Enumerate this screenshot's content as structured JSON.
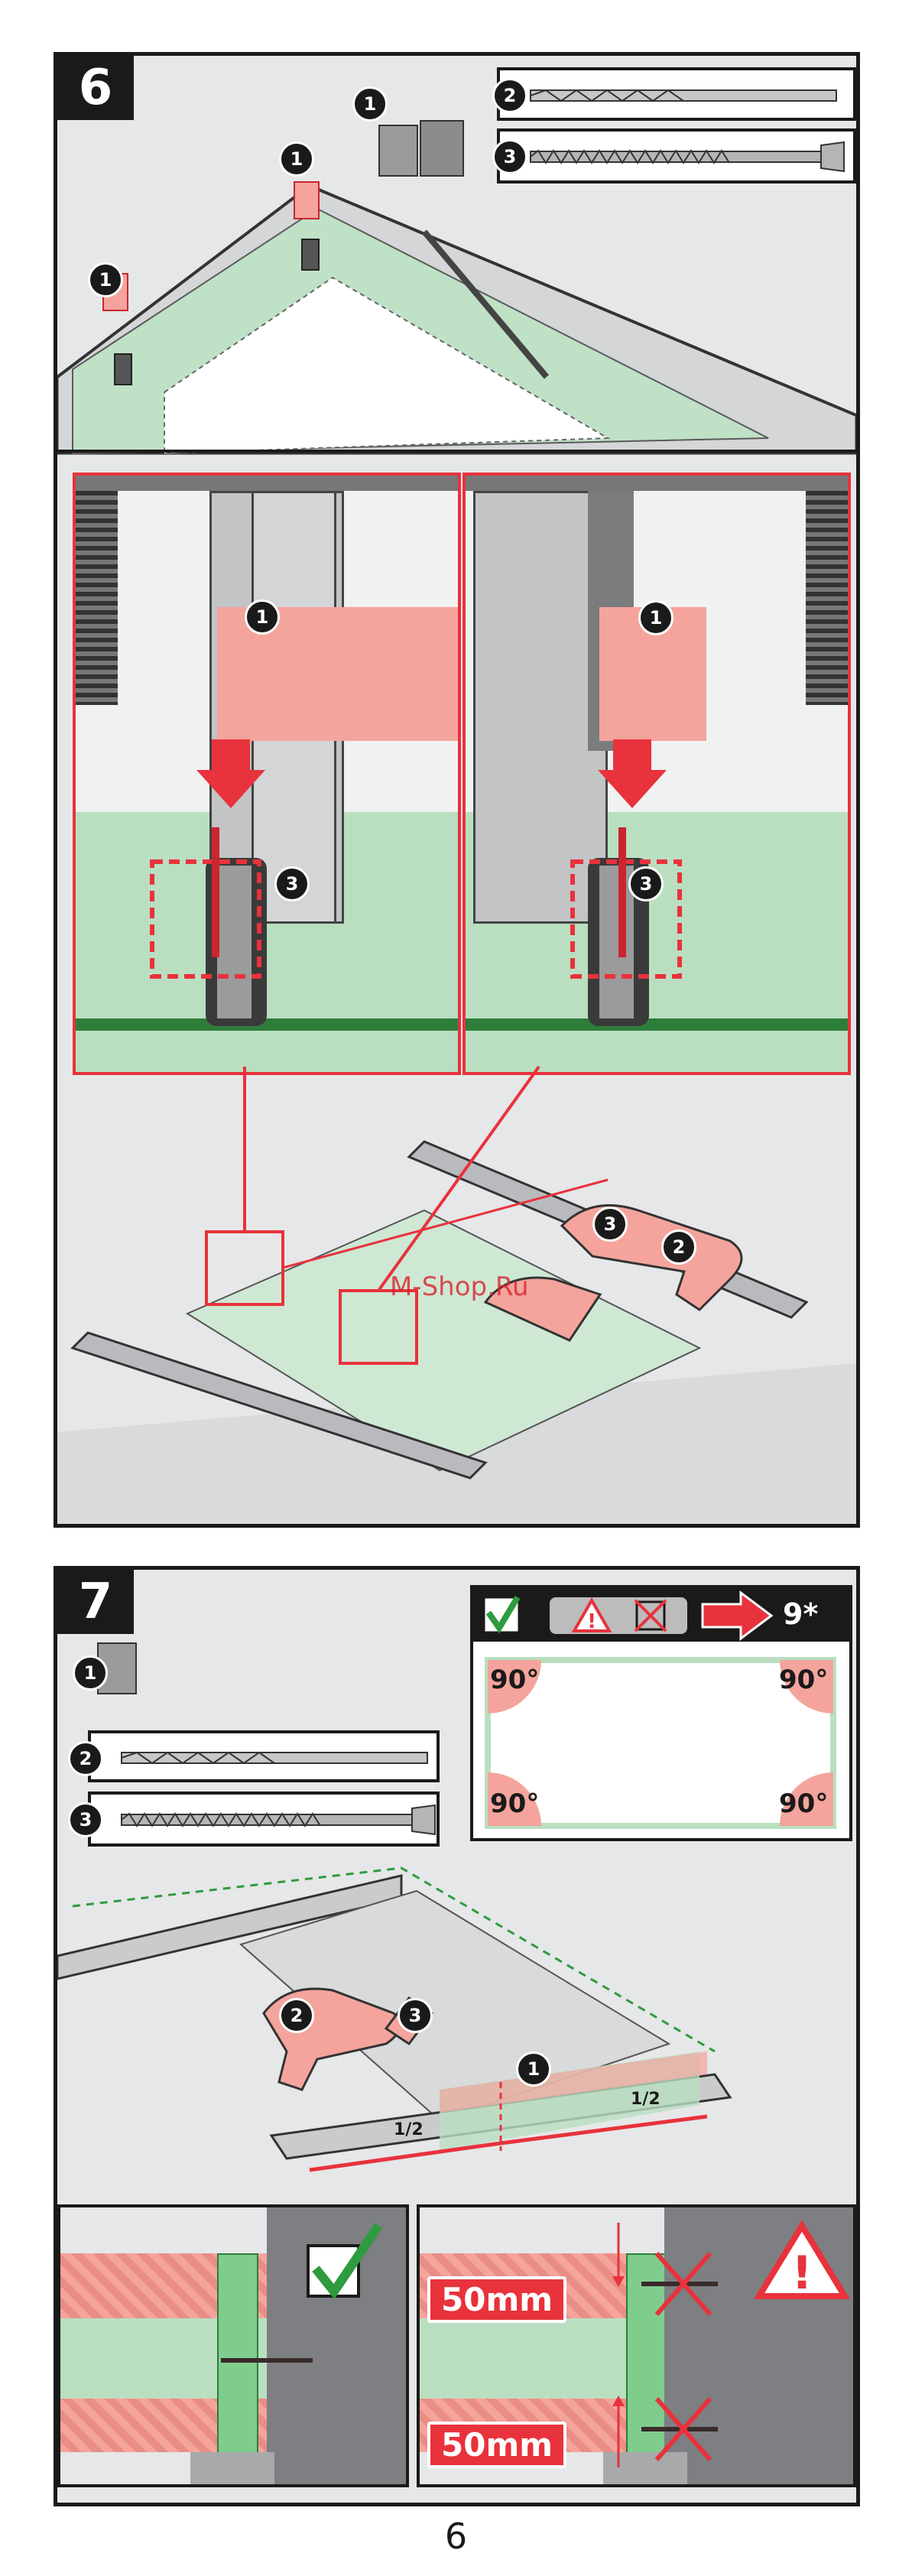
{
  "step6": {
    "number": "6",
    "parts": [
      {
        "badge": "1",
        "icon": "plate-block-icon"
      },
      {
        "badge": "2",
        "icon": "drill-bit-icon"
      },
      {
        "badge": "3",
        "icon": "screw-icon"
      }
    ],
    "callouts": [
      "1",
      "1",
      "1",
      "1",
      "3",
      "3",
      "3",
      "2"
    ]
  },
  "watermark": "M-Shop.Ru",
  "step7": {
    "number": "7",
    "parts": [
      {
        "badge": "1",
        "icon": "plate-block-icon"
      },
      {
        "badge": "2",
        "icon": "drill-bit-icon"
      },
      {
        "badge": "3",
        "icon": "screw-icon"
      }
    ],
    "goto_label": "9*",
    "angle_labels": [
      "90°",
      "90°",
      "90°",
      "90°"
    ],
    "callouts": [
      "2",
      "3",
      "1"
    ],
    "half_labels": [
      "1/2",
      "1/2"
    ],
    "mm_labels": [
      "50mm",
      "50mm"
    ]
  },
  "page_number": "6",
  "colors": {
    "accent_red": "#e8323c",
    "salmon": "#f4a49c",
    "green": "#b9dfc0",
    "dark": "#1a1a1a",
    "panel_bg": "#e6e7e8"
  }
}
